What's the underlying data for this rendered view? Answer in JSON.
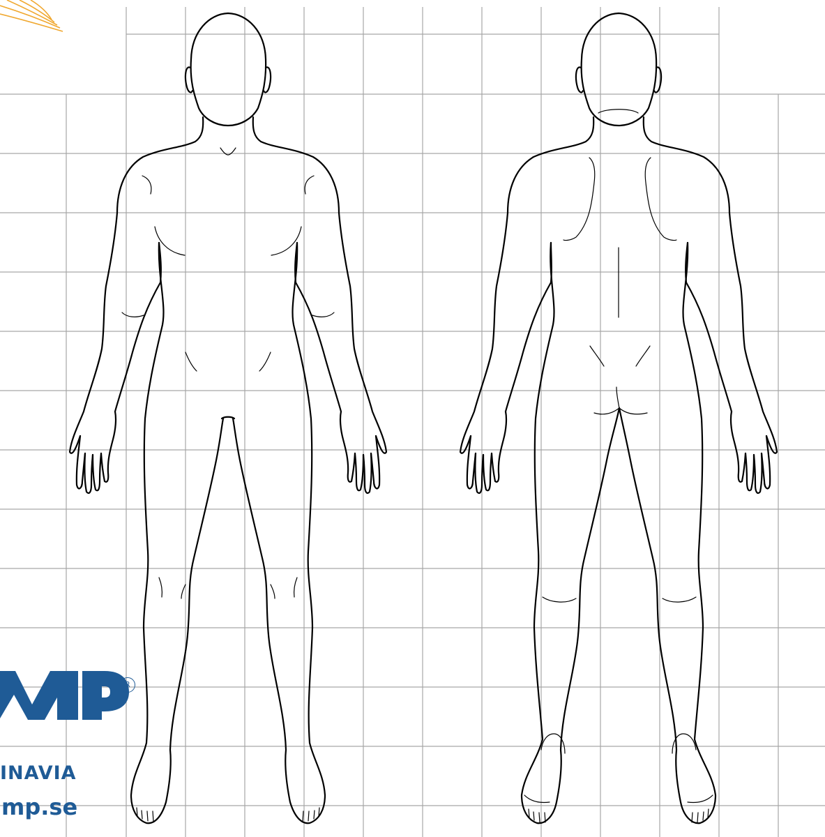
{
  "brand": {
    "logo_text": "MP",
    "registered_mark": "R",
    "region_text": "INAVIA",
    "website_text": "mp.se",
    "logo_color": "#1f5b96",
    "swoosh_color": "#f0a830"
  },
  "figures": [
    {
      "view": "front"
    },
    {
      "view": "back"
    }
  ],
  "grid_color": "#a6a6a6",
  "outline_color": "#000000"
}
